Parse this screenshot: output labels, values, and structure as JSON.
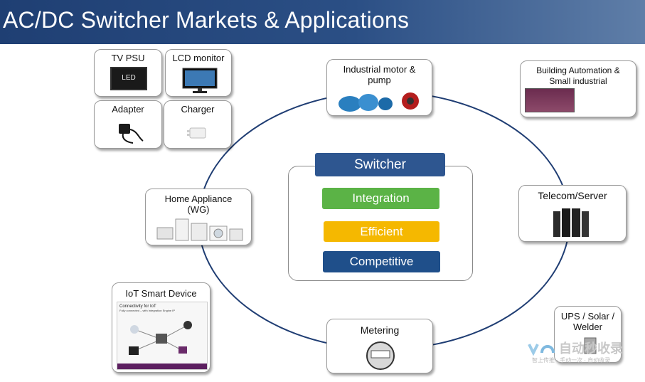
{
  "title": "AC/DC Switcher Markets & Applications",
  "center": {
    "header": "Switcher",
    "items": [
      "Integration",
      "Efficient",
      "Competitive"
    ],
    "colors": {
      "header": "#2e5690",
      "integration": "#5bb346",
      "efficient": "#f5b800",
      "competitive": "#1f4f8a"
    }
  },
  "small_cards": {
    "tv_psu": "TV PSU",
    "tv_screen_text": "LED",
    "lcd": "LCD monitor",
    "adapter": "Adapter",
    "charger": "Charger"
  },
  "ring_cards": {
    "industrial": "Industrial motor & pump",
    "home": "Home Appliance (WG)",
    "metering": "Metering",
    "telecom": "Telecom/Server",
    "building": "Building Automation & Small industrial",
    "ups": "UPS / Solar / Welder",
    "iot": "IoT Smart Device"
  },
  "iot_slide": {
    "title": "Connectivity for IoT",
    "subtitle": "Fully connected – with Integration Engine IP"
  },
  "watermark": {
    "text": "自动秒收录",
    "subtext": "智上传推 · 手动一次 · 自动收录"
  }
}
